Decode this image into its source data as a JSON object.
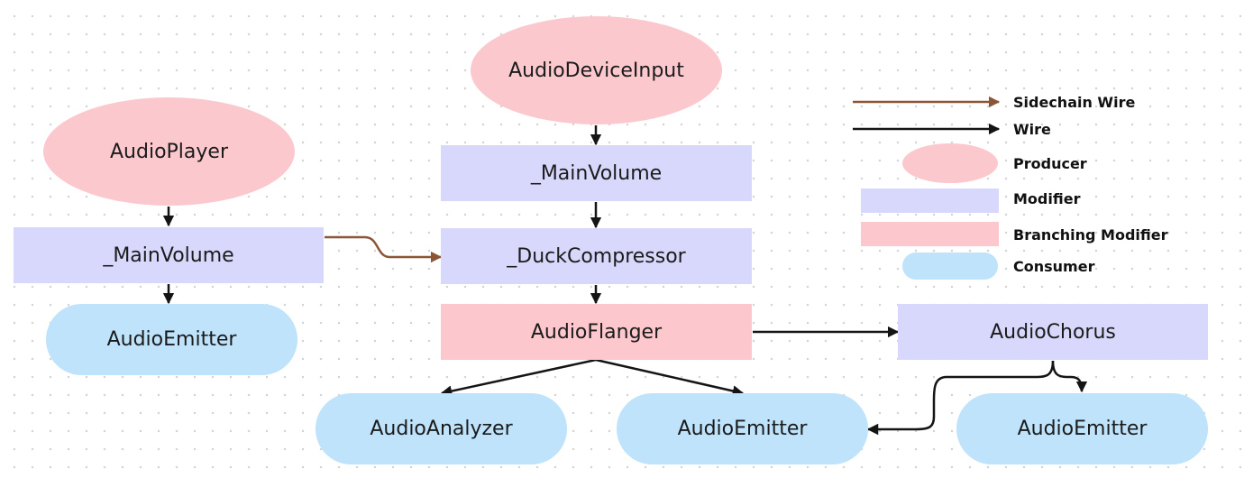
{
  "colors": {
    "producer": "#fbc8ce",
    "modifier": "#d7d8fb",
    "branching_modifier": "#fcc8ce",
    "consumer": "#bee3fb",
    "wire": "#141414",
    "sidechain_wire": "#8b5537"
  },
  "nodes": {
    "audio_player": "AudioPlayer",
    "left_main_volume": "_MainVolume",
    "left_audio_emitter": "AudioEmitter",
    "audio_device_input": "AudioDeviceInput",
    "center_main_volume": "_MainVolume",
    "duck_compressor": "_DuckCompressor",
    "audio_flanger": "AudioFlanger",
    "audio_analyzer": "AudioAnalyzer",
    "center_audio_emitter": "AudioEmitter",
    "audio_chorus": "AudioChorus",
    "right_audio_emitter": "AudioEmitter"
  },
  "legend": {
    "sidechain_wire": "Sidechain Wire",
    "wire": "Wire",
    "producer": "Producer",
    "modifier": "Modifier",
    "branching_modifier": "Branching Modifier",
    "consumer": "Consumer"
  }
}
